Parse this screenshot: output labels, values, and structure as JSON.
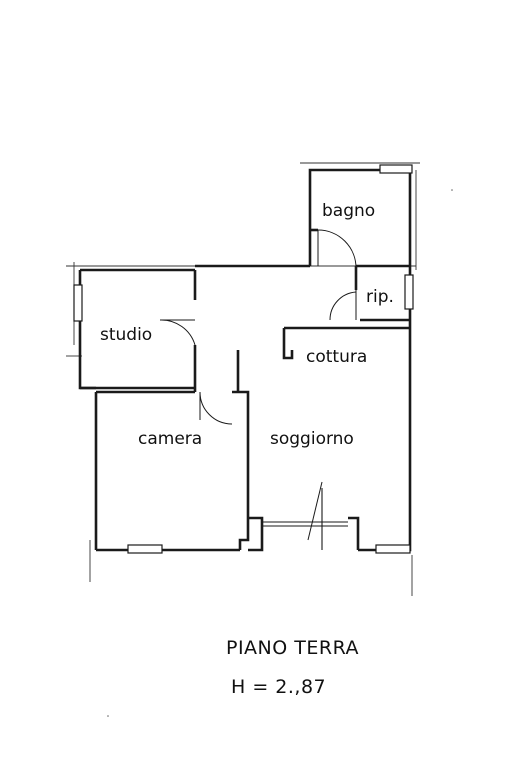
{
  "rooms": {
    "bagno": "bagno",
    "ripostiglio": "rip.",
    "studio": "studio",
    "cottura": "cottura",
    "camera": "camera",
    "soggiorno": "soggiorno"
  },
  "caption": {
    "floor": "PIANO TERRA",
    "height": "H = 2.,87"
  }
}
